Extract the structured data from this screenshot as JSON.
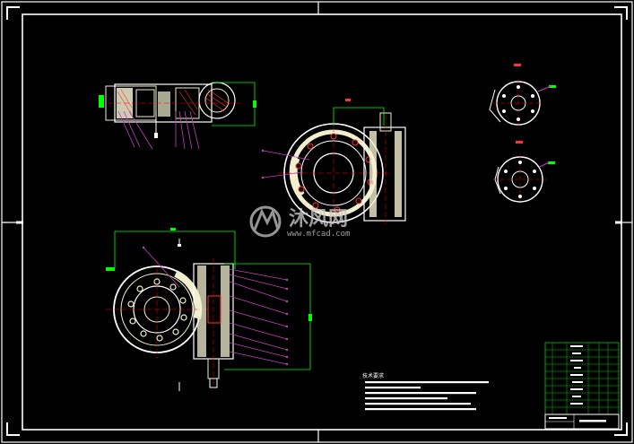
{
  "drawing": {
    "background": "#000000",
    "colors": {
      "outline": "#ffffff",
      "part": "#f2efcf",
      "hatch": "#ff3333",
      "dimension": "#00ff00",
      "leader": "#c040c0",
      "center": "#ff0000",
      "table_grid": "#00cc00"
    },
    "note_label": "技术要求"
  },
  "watermark": {
    "brand_cn": "沐风网",
    "url": "www.mfcad.com",
    "logo_icon": "mfcad-logo-icon"
  }
}
